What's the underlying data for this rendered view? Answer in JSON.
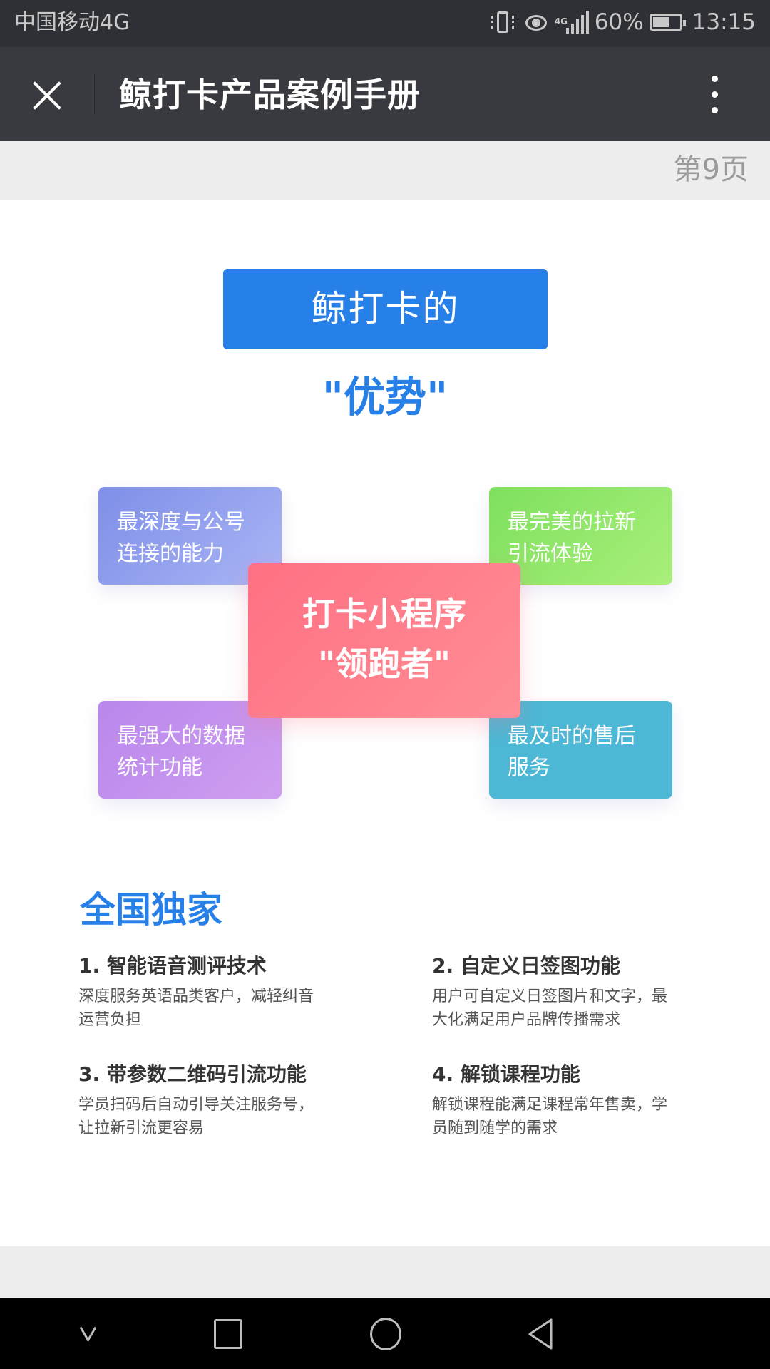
{
  "status_bar": {
    "carrier": "中国移动4G",
    "network_label": "4G",
    "battery_percent": "60%",
    "time": "13:15",
    "icons": [
      "vibrate-icon",
      "eye-icon",
      "signal-icon",
      "battery-icon"
    ]
  },
  "toolbar": {
    "title": "鲸打卡产品案例手册",
    "close_icon": "close-icon",
    "more_icon": "more-vertical-icon"
  },
  "page_indicator": "第9页",
  "slide": {
    "headline": "鲸打卡的",
    "subheadline": "\"优势\"",
    "center_card": {
      "line1": "打卡小程序",
      "line2": "\"领跑者\"",
      "color": "#ff7083"
    },
    "cards": [
      {
        "line1": "最深度与公号",
        "line2": "连接的能力",
        "color": "#8f9cec"
      },
      {
        "line1": "最完美的拉新",
        "line2": "引流体验",
        "color": "#8fe66a"
      },
      {
        "line1": "最强大的数据",
        "line2": "统计功能",
        "color": "#c490ee"
      },
      {
        "line1": "最及时的售后",
        "line2": "服务",
        "color": "#4cb8d6"
      }
    ],
    "exclusive_title": "全国独家",
    "features": [
      {
        "title": "1. 智能语音测评技术",
        "desc1": "深度服务英语品类客户，减轻纠音",
        "desc2": "运营负担"
      },
      {
        "title": "2. 自定义日签图功能",
        "desc1": "用户可自定义日签图片和文字，最",
        "desc2": "大化满足用户品牌传播需求"
      },
      {
        "title": "3. 带参数二维码引流功能",
        "desc1": "学员扫码后自动引导关注服务号，",
        "desc2": "让拉新引流更容易"
      },
      {
        "title": "4. 解锁课程功能",
        "desc1": "解锁课程能满足课程常年售卖，学",
        "desc2": "员随到随学的需求"
      }
    ],
    "accent_color": "#2780e8"
  },
  "nav_bar": {
    "buttons": [
      "hide-nav-icon",
      "recents-icon",
      "home-icon",
      "back-icon"
    ]
  }
}
